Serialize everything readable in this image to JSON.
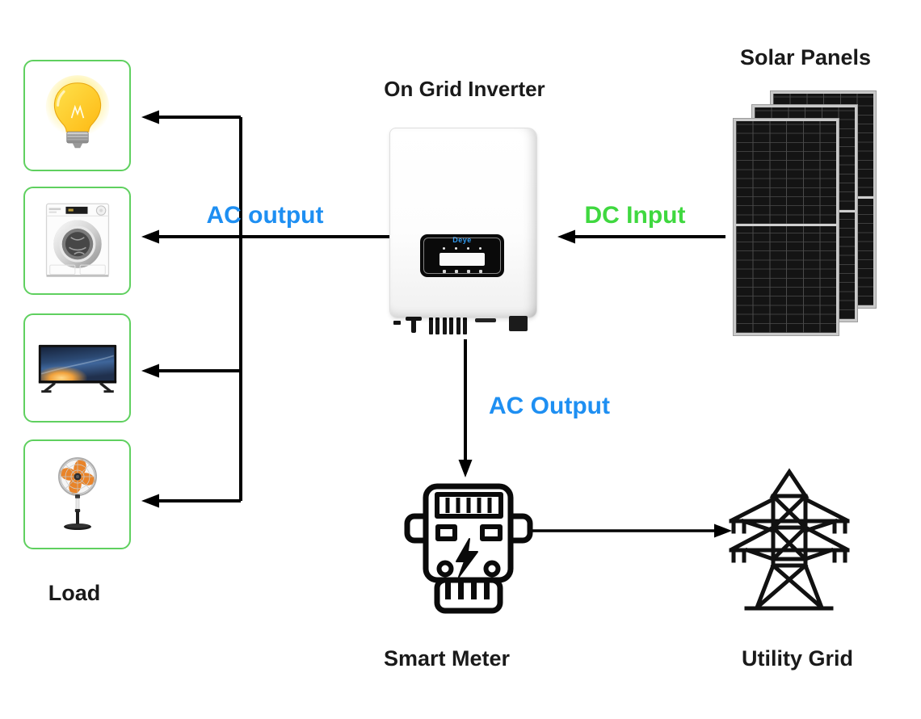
{
  "labels": {
    "solar_panels": "Solar Panels",
    "on_grid_inverter": "On Grid Inverter",
    "ac_output_left": "AC output",
    "dc_input": "DC Input",
    "ac_output_down": "AC Output",
    "smart_meter": "Smart Meter",
    "utility_grid": "Utility Grid",
    "load": "Load"
  },
  "inverter": {
    "brand": "Deye"
  },
  "load_items": [
    {
      "icon": "light-bulb-icon"
    },
    {
      "icon": "washing-machine-icon"
    },
    {
      "icon": "television-icon"
    },
    {
      "icon": "stand-fan-icon"
    }
  ],
  "connections": [
    {
      "from": "on-grid-inverter",
      "to": "load",
      "label": "AC output",
      "direction": "left"
    },
    {
      "from": "solar-panels",
      "to": "on-grid-inverter",
      "label": "DC Input",
      "direction": "left"
    },
    {
      "from": "on-grid-inverter",
      "to": "smart-meter",
      "label": "AC Output",
      "direction": "down"
    },
    {
      "from": "smart-meter",
      "to": "utility-grid",
      "label": "",
      "direction": "right"
    }
  ],
  "colors": {
    "ac_label_blue": "#1E8FF2",
    "dc_label_green": "#3FD83F",
    "load_box_border": "#5FD05F",
    "line_color": "#000000",
    "label_color": "#1A1A1A",
    "inverter_brand_blue": "#2F9AF0"
  }
}
